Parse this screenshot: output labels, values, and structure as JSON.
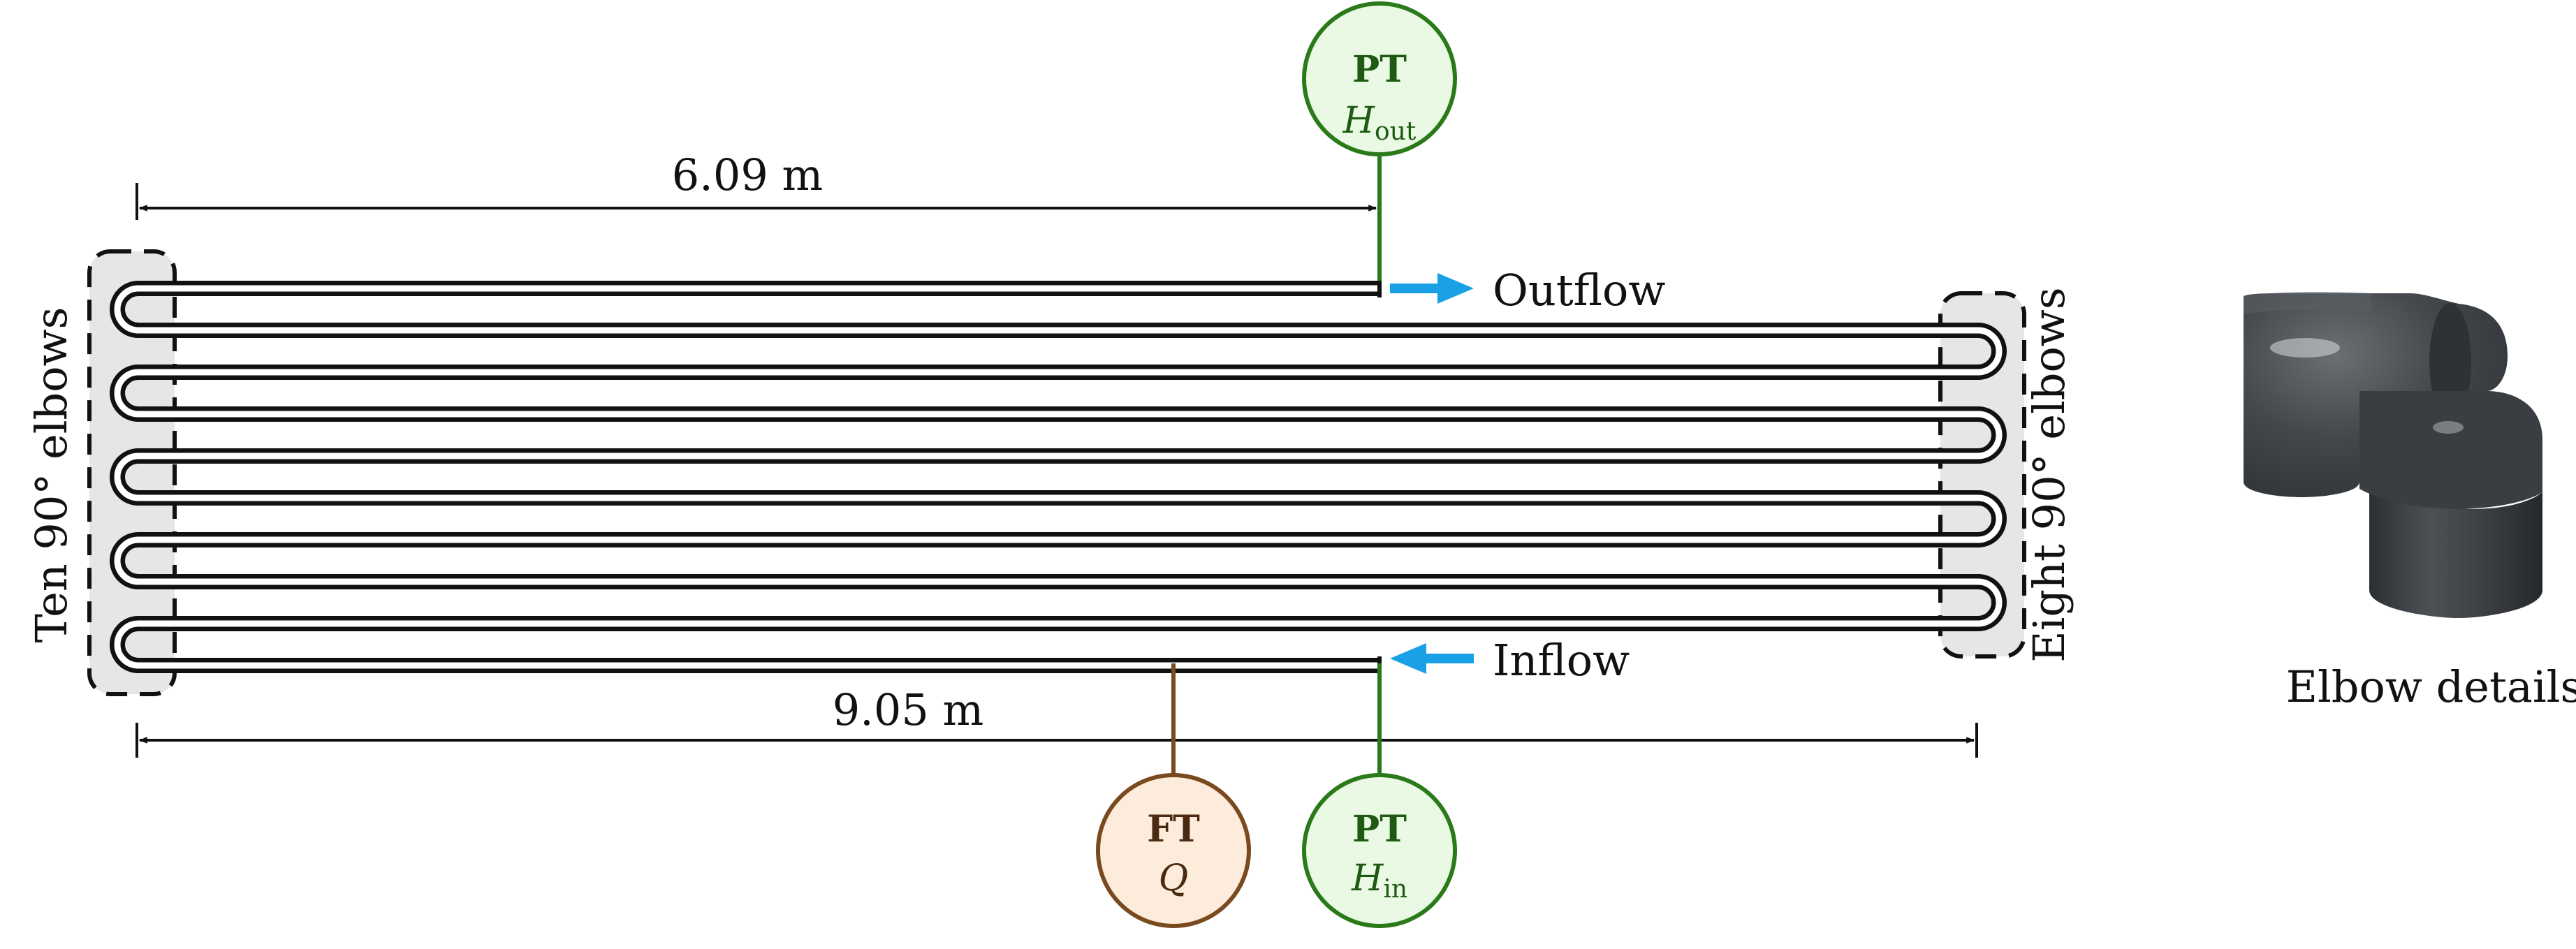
{
  "dimensions": {
    "top_length": "6.09 m",
    "bottom_length": "9.05 m"
  },
  "flows": {
    "outflow": "Outflow",
    "inflow": "Inflow"
  },
  "elbow_groups": {
    "left": "Ten 90° elbows",
    "right": "Eight 90° elbows"
  },
  "instruments": {
    "pt_out": {
      "tag": "PT",
      "var": "H",
      "sub": "out"
    },
    "ft": {
      "tag": "FT",
      "var": "Q"
    },
    "pt_in": {
      "tag": "PT",
      "var": "H",
      "sub": "in"
    }
  },
  "elbow_photo_label": "Elbow details",
  "colors": {
    "pipe": "#111111",
    "flow_arrow": "#1aa0e6",
    "pt_stroke": "#2a7a1a",
    "pt_fill": "#e9f9e4",
    "pt_text": "#1f5a12",
    "ft_stroke": "#7a4a1f",
    "ft_fill": "#fdecdc",
    "ft_text": "#4a2a10",
    "elbow_box_fill": "#e6e6e6",
    "elbow_body": "#3f4347"
  }
}
